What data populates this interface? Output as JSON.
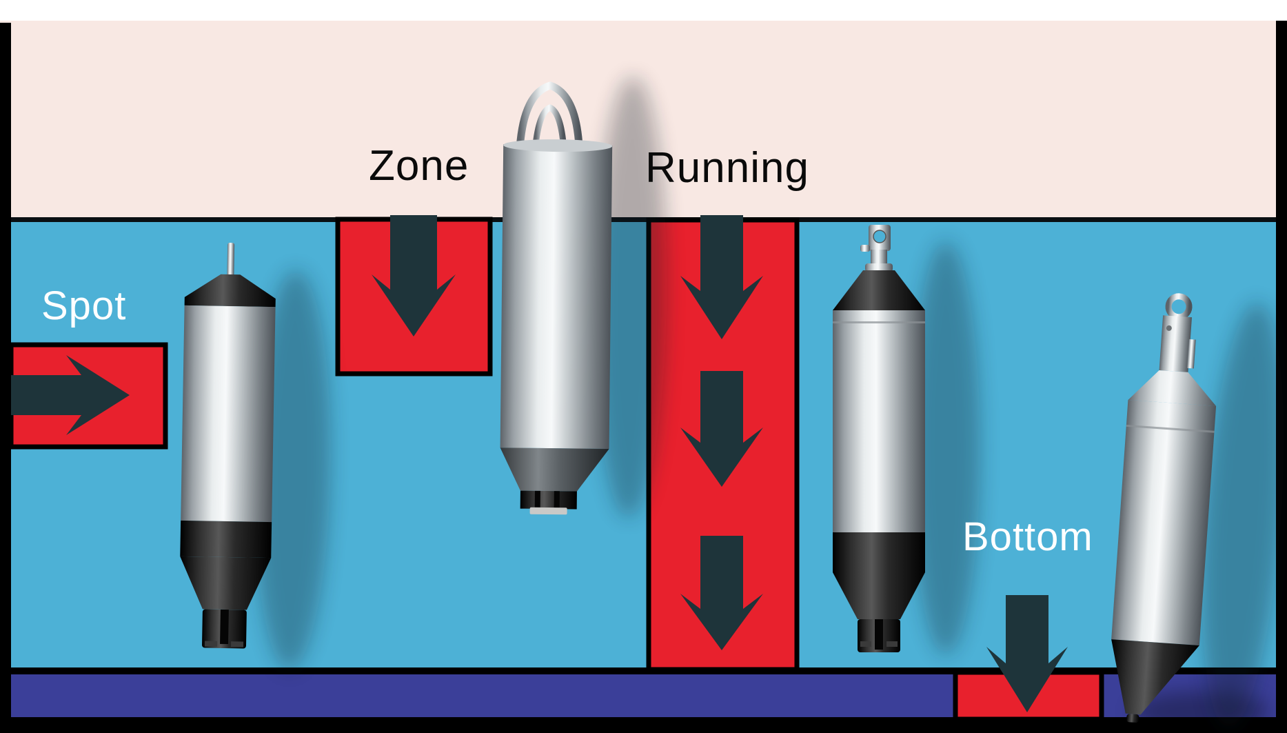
{
  "labels": {
    "spot": "Spot",
    "zone": "Zone",
    "running": "Running",
    "bottom": "Bottom"
  },
  "colors": {
    "top_band_white": "#ffffff",
    "sky_pink": "#f8e8e3",
    "waterline_black": "#0a0f12",
    "water_blue": "#4db1d6",
    "sediment_navy": "#3b3f99",
    "marker_red": "#e8212d",
    "arrow_dark": "#1e343a",
    "frame_black": "#000000",
    "label_white": "#ffffff",
    "label_dark": "#0a0a0a"
  },
  "icons": {
    "spot_arrow": "right-arrow",
    "zone_arrow": "down-arrow",
    "running_arrow_1": "down-arrow",
    "running_arrow_2": "down-arrow",
    "running_arrow_3": "down-arrow",
    "bottom_arrow": "down-arrow"
  }
}
